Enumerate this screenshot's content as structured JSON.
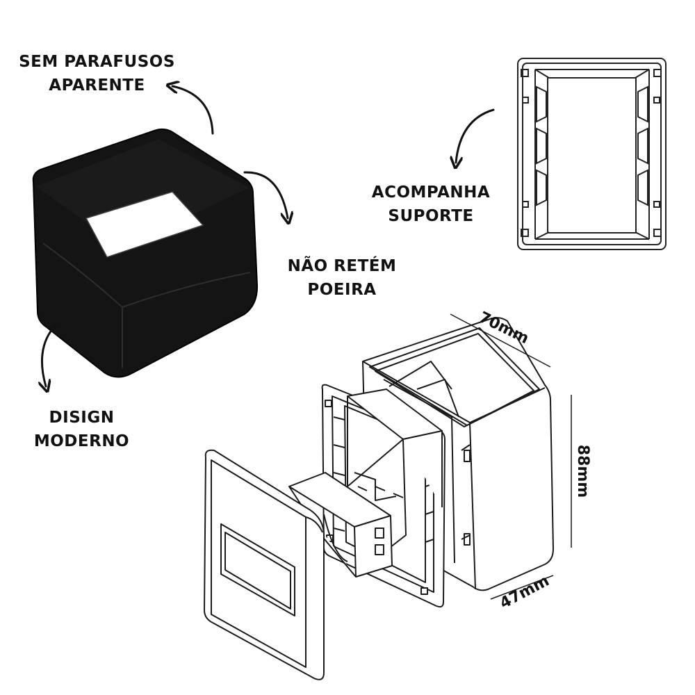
{
  "callouts": {
    "sem_parafusos": [
      "SEM PARAFUSOS",
      "APARENTE"
    ],
    "nao_retem": [
      "NÃO RETÉM",
      "POEIRA"
    ],
    "acompanha": [
      "ACOMPANHA",
      "SUPORTE"
    ],
    "design": [
      "DISIGN",
      "MODERNO"
    ]
  },
  "dimensions": {
    "width": "70mm",
    "height": "88mm",
    "depth": "47mm"
  },
  "colors": {
    "box_fill": "#141414",
    "outline": "#1a1a1a"
  }
}
